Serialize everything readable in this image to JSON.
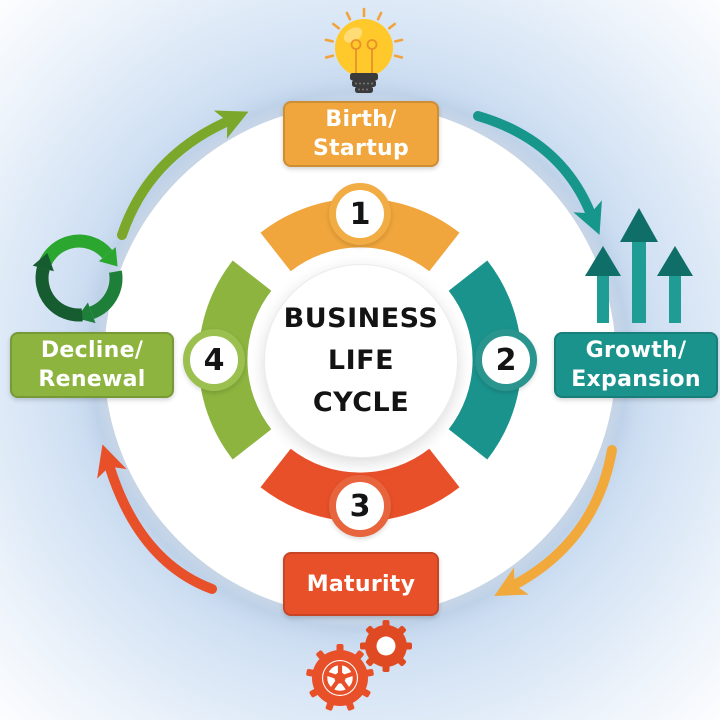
{
  "diagram_title": "Business Life Cycle",
  "center": {
    "line1": "BUSINESS",
    "line2": "LIFE",
    "line3": "CYCLE"
  },
  "stages": [
    {
      "number": "1",
      "name": "Birth / Startup",
      "line1": "Birth/",
      "line2": "Startup",
      "color": "#F0A63C",
      "ring_color": "#F2AC44",
      "icon": "lightbulb-icon"
    },
    {
      "number": "2",
      "name": "Growth / Expansion",
      "line1": "Growth/",
      "line2": "Expansion",
      "color": "#1B938D",
      "ring_color": "#2A958F",
      "icon": "growth-arrows-icon"
    },
    {
      "number": "3",
      "name": "Maturity",
      "line1": "Maturity",
      "line2": "",
      "color": "#E8502A",
      "ring_color": "#E8643C",
      "icon": "gears-icon"
    },
    {
      "number": "4",
      "name": "Decline / Renewal",
      "line1": "Decline/",
      "line2": "Renewal",
      "color": "#8CB43F",
      "ring_color": "#9CC04F",
      "icon": "recycle-icon"
    }
  ],
  "flow_arrows": {
    "top_left": "#7BA82B",
    "top_right": "#17968C",
    "bottom_right": "#F2A93B",
    "bottom_left": "#E8502A"
  },
  "icons": {
    "lightbulb": {
      "bulb": "#FFC92B",
      "rays": "#F2A33C",
      "base": "#3B3B3B",
      "filament": "#E8922A",
      "dots": "#787878"
    },
    "growth": {
      "stem": "#1F9C94",
      "head": "#0F6E68"
    },
    "gears": {
      "gear_big": "#E8502A",
      "gear_small": "#E04A22"
    },
    "recycle": {
      "bright": "#2BA62E",
      "mid": "#1E8038",
      "dark": "#175C30"
    }
  },
  "text_color": "#131313"
}
